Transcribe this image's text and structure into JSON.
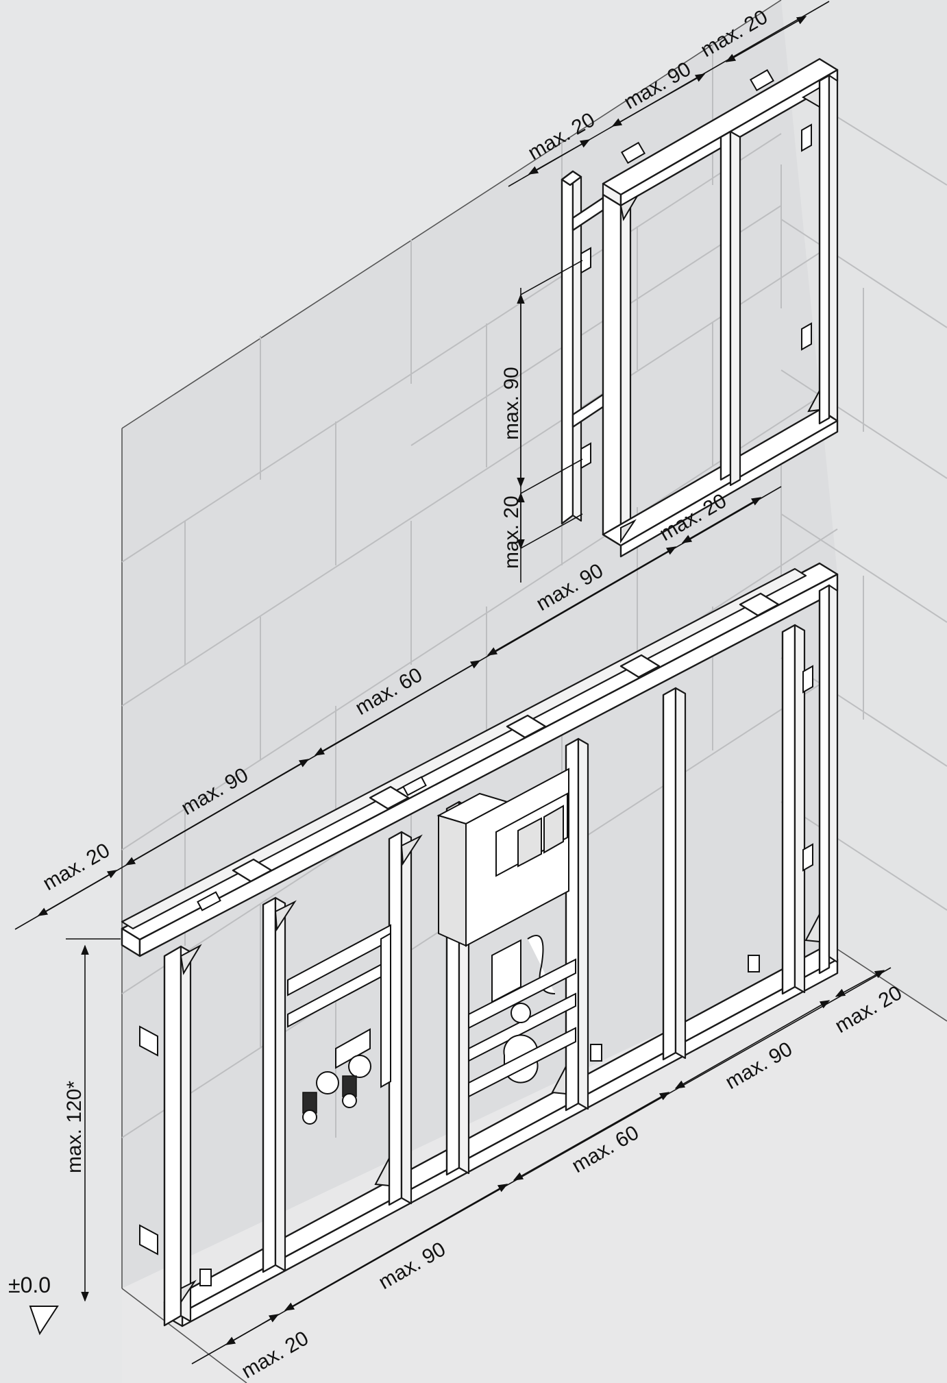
{
  "dimension_labels": {
    "top_right_20": "max. 20",
    "top_90": "max. 90",
    "top_left_20": "max. 20",
    "upper_vertical_90": "max. 90",
    "upper_vertical_20": "max. 20",
    "mid_right_20": "max. 20",
    "mid_90": "max. 90",
    "mid_60": "max. 60",
    "mid_left_90": "max. 90",
    "mid_left_20": "max. 20",
    "height_120": "max. 120*",
    "bottom_left_20": "max. 20",
    "bottom_90": "max. 90",
    "bottom_60": "max. 60",
    "bottom_right_90": "max. 90",
    "bottom_right_20": "max. 20"
  },
  "level_marker": "±0.0"
}
